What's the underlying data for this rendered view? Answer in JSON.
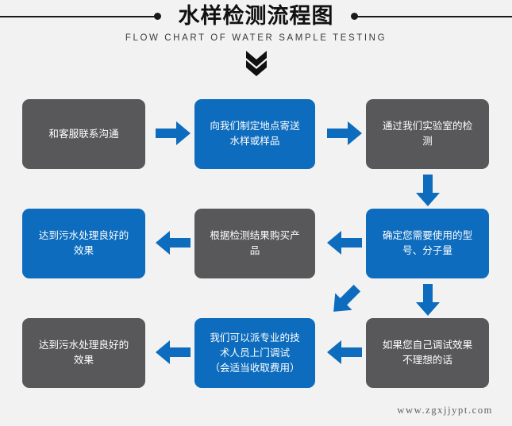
{
  "header": {
    "title": "水样检测流程图",
    "subtitle": "FLOW CHART OF WATER SAMPLE TESTING",
    "chevron_icon": "double-chevron-down-icon",
    "rule_color": "#1a1a1a"
  },
  "theme": {
    "background": "#f2f2f2",
    "gray_box": "#58585a",
    "blue_box": "#0d6cbd",
    "arrow_blue": "#0d6cbd",
    "box_text": "#ffffff"
  },
  "flow": {
    "rows": [
      {
        "id": "row-1",
        "direction": "left-to-right",
        "steps": [
          {
            "id": "step-1",
            "color": "gray",
            "text": "和客服联系沟通"
          },
          {
            "id": "step-2",
            "color": "blue",
            "text": "向我们制定地点寄送\n水样或样品"
          },
          {
            "id": "step-3",
            "color": "gray",
            "text": "通过我们实验室的检\n测"
          }
        ]
      },
      {
        "id": "row-2",
        "direction": "right-to-left",
        "steps": [
          {
            "id": "step-6",
            "color": "blue",
            "text": "达到污水处理良好的\n效果"
          },
          {
            "id": "step-5",
            "color": "gray",
            "text": "根据检测结果购买产\n品"
          },
          {
            "id": "step-4",
            "color": "blue",
            "text": "确定您需要使用的型\n号、分子量"
          }
        ]
      },
      {
        "id": "row-3",
        "direction": "right-to-left",
        "steps": [
          {
            "id": "step-9",
            "color": "gray",
            "text": "达到污水处理良好的\n效果"
          },
          {
            "id": "step-8",
            "color": "blue",
            "text": "我们可以派专业的技\n术人员上门调试\n（会适当收取费用）"
          },
          {
            "id": "step-7",
            "color": "gray",
            "text": "如果您自己调试效果\n不理想的话"
          }
        ]
      }
    ],
    "arrows": [
      {
        "id": "arrow-r1-a",
        "icon": "arrow-right-icon",
        "direction": "right"
      },
      {
        "id": "arrow-r1-b",
        "icon": "arrow-right-icon",
        "direction": "right"
      },
      {
        "id": "arrow-down-c1",
        "icon": "arrow-down-icon",
        "direction": "down"
      },
      {
        "id": "arrow-r2-a",
        "icon": "arrow-left-icon",
        "direction": "left"
      },
      {
        "id": "arrow-r2-b",
        "icon": "arrow-left-icon",
        "direction": "left"
      },
      {
        "id": "arrow-down-c2",
        "icon": "arrow-down-icon",
        "direction": "down"
      },
      {
        "id": "arrow-diagonal",
        "icon": "arrow-down-left-icon",
        "direction": "down-left"
      },
      {
        "id": "arrow-r3-a",
        "icon": "arrow-left-icon",
        "direction": "left"
      },
      {
        "id": "arrow-r3-b",
        "icon": "arrow-left-icon",
        "direction": "left"
      }
    ]
  },
  "watermark": {
    "text": "www.zgxjjypt.com"
  }
}
